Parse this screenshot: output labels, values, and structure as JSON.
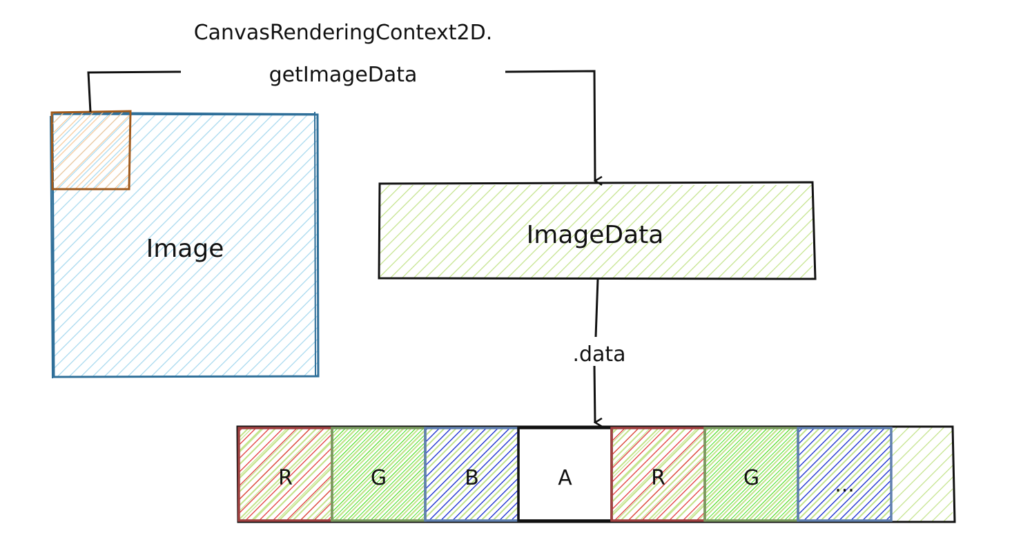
{
  "diagram": {
    "method_label_line1": "CanvasRenderingContext2D.",
    "method_label_line2": "getImageData",
    "image_box_label": "Image",
    "imagedata_box_label": "ImageData",
    "data_edge_label": ".data",
    "colors": {
      "image_stroke": "#2f6f99",
      "image_fill": "#a5d8ee",
      "region_stroke": "#a05a1c",
      "region_fill": "#f7c99a",
      "imagedata_fill": "#b7dc74",
      "red": "#e03131",
      "red_stroke": "#a04040",
      "green": "#40e020",
      "green_stroke": "#7a9a60",
      "blue": "#1020e0",
      "blue_stroke": "#6080b0",
      "ink": "#111111"
    },
    "array_cells": [
      {
        "label": "R",
        "channel": "red"
      },
      {
        "label": "G",
        "channel": "green"
      },
      {
        "label": "B",
        "channel": "blue"
      },
      {
        "label": "A",
        "channel": "alpha"
      },
      {
        "label": "R",
        "channel": "red"
      },
      {
        "label": "G",
        "channel": "green"
      },
      {
        "label": "...",
        "channel": "blue"
      },
      {
        "label": "",
        "channel": "rest"
      }
    ]
  }
}
